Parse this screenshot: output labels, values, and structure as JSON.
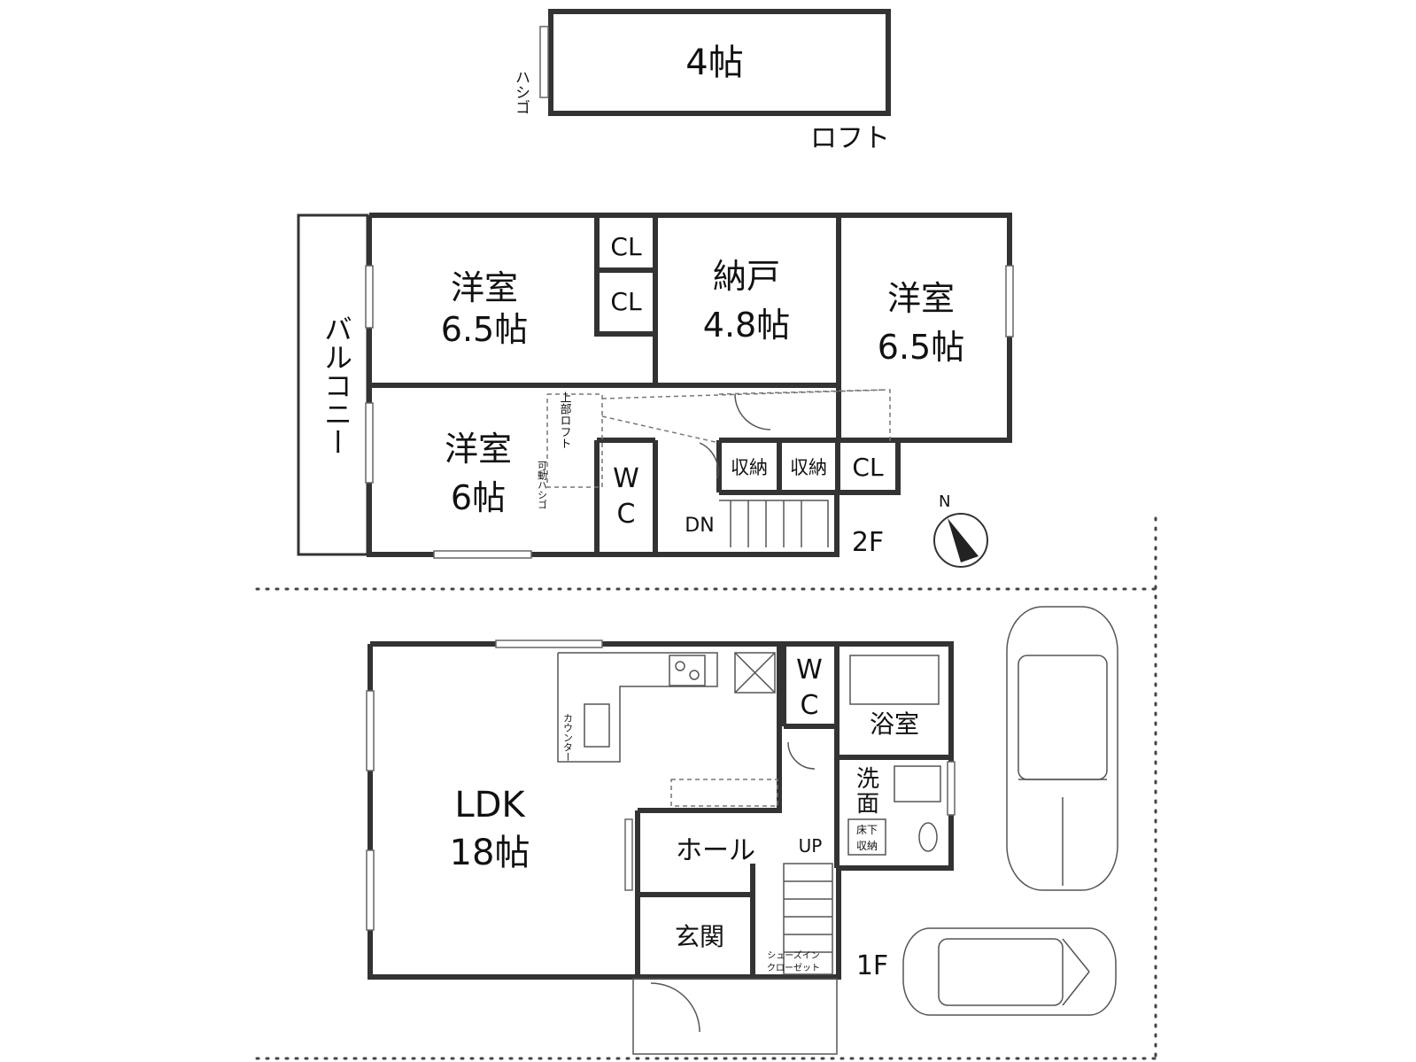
{
  "loft": {
    "area": "4帖",
    "ladder": "ハシゴ",
    "name": "ロフト"
  },
  "floor2": {
    "label": "2F",
    "balcony": "バルコニー",
    "rooms": [
      {
        "name": "洋室",
        "size": "6.5帖"
      },
      {
        "name": "納戸",
        "size": "4.8帖"
      },
      {
        "name": "洋室",
        "size": "6.5帖"
      },
      {
        "name": "洋室",
        "size": "6帖"
      }
    ],
    "cl": "CL",
    "shuno": "収納",
    "wc": [
      "W",
      "C"
    ],
    "dn": "DN",
    "loft_above": "上部ロフト",
    "hashigo": "可動ハシゴ"
  },
  "floor1": {
    "label": "1F",
    "ldk": {
      "name": "LDK",
      "size": "18帖"
    },
    "counter": "カウンター",
    "wc": [
      "W",
      "C"
    ],
    "bath": "浴室",
    "senmen": [
      "洗",
      "面"
    ],
    "underfloor": [
      "床下",
      "収納"
    ],
    "hall": "ホール",
    "up": "UP",
    "genkan": "玄関",
    "shoes": [
      "シューズイン",
      "クローゼット"
    ]
  }
}
